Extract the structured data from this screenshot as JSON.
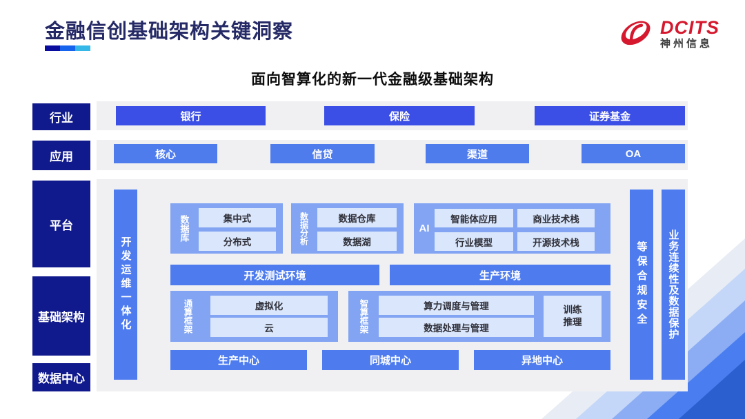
{
  "colors": {
    "title_navy": "#252a66",
    "label_navy": "#111a8c",
    "industry_blue": "#3b4fe6",
    "app_blue": "#4f7ced",
    "bar_blue": "#4e7cef",
    "group_blue": "#82a4f2",
    "pill_blue": "#d9e6fb",
    "panel_gray": "#f0f0f3",
    "brand_red": "#d6182e",
    "underline": [
      "#0a0c9e",
      "#1663ee",
      "#35b8e8"
    ]
  },
  "header": {
    "title": "金融信创基础架构关键洞察",
    "logo_brand": "DCITS",
    "logo_company": "神州信息"
  },
  "subtitle": "面向智算化的新一代金融级基础架构",
  "rows": {
    "industry": {
      "label": "行业",
      "items": [
        "银行",
        "保险",
        "证券基金"
      ]
    },
    "application": {
      "label": "应用",
      "items": [
        "核心",
        "信贷",
        "渠道",
        "OA"
      ]
    },
    "platform": {
      "label": "平台"
    },
    "infrastructure": {
      "label": "基础架构"
    },
    "datacenter": {
      "label": "数据中心"
    }
  },
  "platform_panel": {
    "devops_bar": "开发运维一体化",
    "database_group": {
      "label": "数据库",
      "items": [
        "集中式",
        "分布式"
      ]
    },
    "analytics_group": {
      "label": "数据分析",
      "items": [
        "数据仓库",
        "数据湖"
      ]
    },
    "ai_group": {
      "label": "AI",
      "items": [
        "智能体应用",
        "商业技术栈",
        "行业模型",
        "开源技术栈"
      ]
    },
    "env_dev": "开发测试环境",
    "env_prod": "生产环境",
    "general_framework": {
      "label": "通算框架",
      "items": [
        "虚拟化",
        "云"
      ]
    },
    "ai_framework": {
      "label": "智算框架",
      "items": [
        "算力调度与管理",
        "数据处理与管理"
      ],
      "side": "训练\n推理"
    },
    "centers": [
      "生产中心",
      "同城中心",
      "异地中心"
    ],
    "security_bar": "等保合规安全",
    "continuity_bar": "业务连续性及数据保护"
  }
}
